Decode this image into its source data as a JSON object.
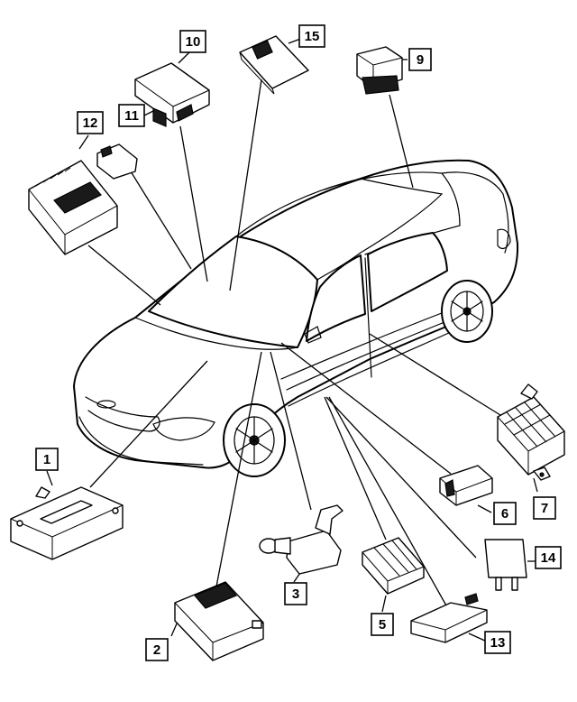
{
  "callouts": [
    {
      "id": "1",
      "label": "1"
    },
    {
      "id": "2",
      "label": "2"
    },
    {
      "id": "3",
      "label": "3"
    },
    {
      "id": "5",
      "label": "5"
    },
    {
      "id": "6",
      "label": "6"
    },
    {
      "id": "7",
      "label": "7"
    },
    {
      "id": "9",
      "label": "9"
    },
    {
      "id": "10",
      "label": "10"
    },
    {
      "id": "11",
      "label": "11"
    },
    {
      "id": "12",
      "label": "12"
    },
    {
      "id": "13",
      "label": "13"
    },
    {
      "id": "14",
      "label": "14"
    },
    {
      "id": "15",
      "label": "15"
    }
  ]
}
